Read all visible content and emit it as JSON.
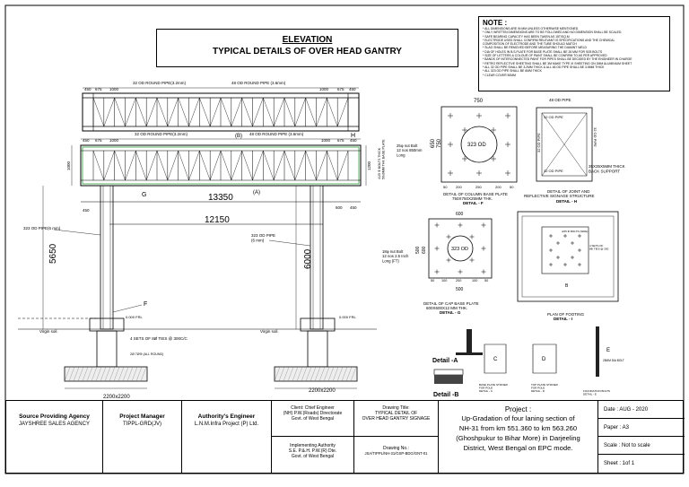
{
  "title": {
    "line1": "ELEVATION",
    "line2": "TYPICAL DETAILS OF OVER HEAD GANTRY"
  },
  "note": {
    "heading": "NOTE :",
    "lines": [
      "* ALL DIMENSIONS ARE IN MM UNLESS OTHERWISE MENTIONED.",
      "* ONLY WRITTEN DIMENSIONS ARE TO BE FOLLOWED AND NO DIMENSION SHALL BE SCALED.",
      "* SAFE BEARING CAPACITY HAS BEEN TAKEN AS 15T/SQ.M",
      "* ELECTRODE USED SHALL CONFIRM RELEVANT IS SPECIFICATIONS AND THE CHEMICAL",
      "  COMPOSITION OF ELECTRODE AND THE TUBE SHOULD MATCH",
      "* SLAG SHALL BE REMOVED BEFORE MEASURING THE DIAMINT WELD",
      "* DIA OF HOLES IN B.S.PLATE FOR BASE PLATE SHALL BE 26 MM FOR Φ25 BOLTS",
      "* SIZE OF LETTERS & COLOUR OF PAINT SHALL BE CONFIRM TO AS PER APPROVED",
      "* BANDS OF INTERCONNECTED PAINT FOR PIPES SHALL BE DECIDED BY THE ENGINEER IN CHARGE",
      "* RETRO REFLECTIVE SHEETING SHALL BE 3M MAKE TYPE XI SHEETING ON 2MM ALUMINIUM SHEET",
      "* ALL 32 OD PIPE SHALL BE 3.2MM THICK & ALL 48 OD PIPE SHALL BE 3.6MM THICK",
      "* ALL 323 OD PIPE SHALL BE 6MM THICK",
      "* CLEAR COVER 50MM"
    ]
  },
  "truss_top": {
    "label_32": "32 OD ROUND PIPE(3.2mm)",
    "label_48": "48 OD ROUND PIPE (3.6mm)",
    "dims_left": [
      "450",
      "675",
      "1000"
    ],
    "dims_right": [
      "1000",
      "675",
      "450"
    ],
    "section": "(B)"
  },
  "elevation": {
    "label_32": "32 OD ROUND PIPE(3.2mm)",
    "label_48": "48 OD ROUND PIPE (3.6mm)",
    "dims_left": [
      "450",
      "675",
      "1000"
    ],
    "dims_right": [
      "1000",
      "675",
      "450"
    ],
    "h_mark": "H",
    "h1000": "1000",
    "h1200": "1200",
    "g_mark": "G",
    "a_mark": "(A)",
    "span_outer": "13350",
    "span_inner": "12150",
    "dim450_left": "450",
    "dim600": "600",
    "dim450_right": "450",
    "left_pipe": "323 OD PIPE(6 mm)",
    "right_pipe": "323 OD PIPE\n(6 mm)",
    "height_left": "5650",
    "height_right": "6000",
    "f_mark": "F",
    "frl_left": "0.000 FRL",
    "frl_right": "0.000 FRL",
    "soil_left": "Virgin soil.",
    "soil_right": "Virgin soil.",
    "rebar": "4 SETS OF 8Ø TIES @ 300C/C",
    "ring": "2Ø 7ØΦ (ALL ROUND)",
    "footing_left": "2200x2200",
    "footing_right": "2200x2200",
    "side_note": "4/25 Φ BOLTS THICK\n50x6MM THK BASE PLATE"
  },
  "bolt_note_f": "25φ nut Bolt\n12 nos 850mm\nLong",
  "bolt_note_g": "18φ nut Bolt\n12 nos 2.5 Inch\nLong (FT)",
  "detail_f": {
    "dim_top": "750",
    "dim_left_a": "650",
    "dim_left_b": "750",
    "center": "323 OD",
    "bottom_dims": [
      "50",
      "200",
      "250",
      "200",
      "50"
    ],
    "caption1": "DETAIL OF COLUMN BASE PLATE",
    "caption2": "750X750X25MM THK.",
    "caption3": "DETAIL - F"
  },
  "detail_h": {
    "top": "48 OD PIPE",
    "pipe_a": "32 OD PIPE",
    "pipe_b": "32 OD PIPE",
    "pipe_c": "32 OD PIPE",
    "pipe_d": "32 OD PIPE",
    "angle": "35X35X5MM THICK\nBACK SUPPORT",
    "caption1": "DETAIL OF JOINT AND",
    "caption2": "REFLECTIVE SIGNAGE STRUCTURE",
    "caption3": "DETAIL - H"
  },
  "detail_g": {
    "dim_top": "600",
    "dim_left_a": "500",
    "dim_left_b": "600",
    "center": "323 OD",
    "bottom_dims": [
      "50",
      "100",
      "200",
      "100",
      "50"
    ],
    "dim_bottom": "500",
    "caption1": "DETAIL OF CAP BASE PLATE",
    "caption2": "600X600X12 MM THK.",
    "caption3": "DETAIL - G"
  },
  "detail_i": {
    "mark": "B",
    "note_a": "4/25 Φ BOLTS (SIDE)",
    "note_b": "4 SETS OF\n8Φ TIES @ 300",
    "caption1": "PLAN OF FOOTING",
    "caption2": "DETAIL - I"
  },
  "small_details": {
    "a": "Detail -A",
    "b": "Detail -B",
    "c": "C",
    "d": "D",
    "e": "E",
    "c_cap": "BASE PLATE STIFNER\nFOR POLE\nDETAIL - C",
    "d_cap": "TOP PLATE STIFNER\nFOR POLE\nDETAIL - D",
    "e_cap": "FOUNDATION BOLTS\nDETAIL - E",
    "e_note": "25MM DIA BOLT"
  },
  "titleblock": {
    "agency_head": "Source Providing Agency",
    "agency": "JAYSHREE SALES AGENCY",
    "pm_head": "Project Manager",
    "pm": "TIPPL-GRD(JV)",
    "ae_head": "Authority's Engineer",
    "ae": "L.N.M.Infra Project (P) Ltd.",
    "client_1": "Client: Chief Engineer",
    "client_2": "(NH) P.W.(Roads) Directorate",
    "client_3": "Govt. of West Bengal",
    "impl_1": "Implementing Authority",
    "impl_2": "S.E. P.&.H. P.W.(R) Dte.",
    "impl_3": "Govt. of West Bengal",
    "dwg_title_1": "Drawing Title:",
    "dwg_title_2": "TYPICAL DETAIL OF",
    "dwg_title_3": "OVER HEAD GANTRY SIGNAGE",
    "dwg_no_1": "Drawing No.:",
    "dwg_no_2": "JSA/TIPPL/NH-31/GSP-BDG/GNT-01",
    "project_head": "Project :",
    "project_1": "Up-Gradation of four laning section of",
    "project_2": "NH-31 from km 551.360 to km 563.260",
    "project_3": "(Ghoshpukur to Bihar More) in Darjeeling",
    "project_4": "District, West Bengal on EPC mode.",
    "date": "Date  : AUG - 2020",
    "paper": "Paper : A3",
    "scale": "Scale : Not to scale",
    "sheet": "Sheet : 1of 1"
  }
}
